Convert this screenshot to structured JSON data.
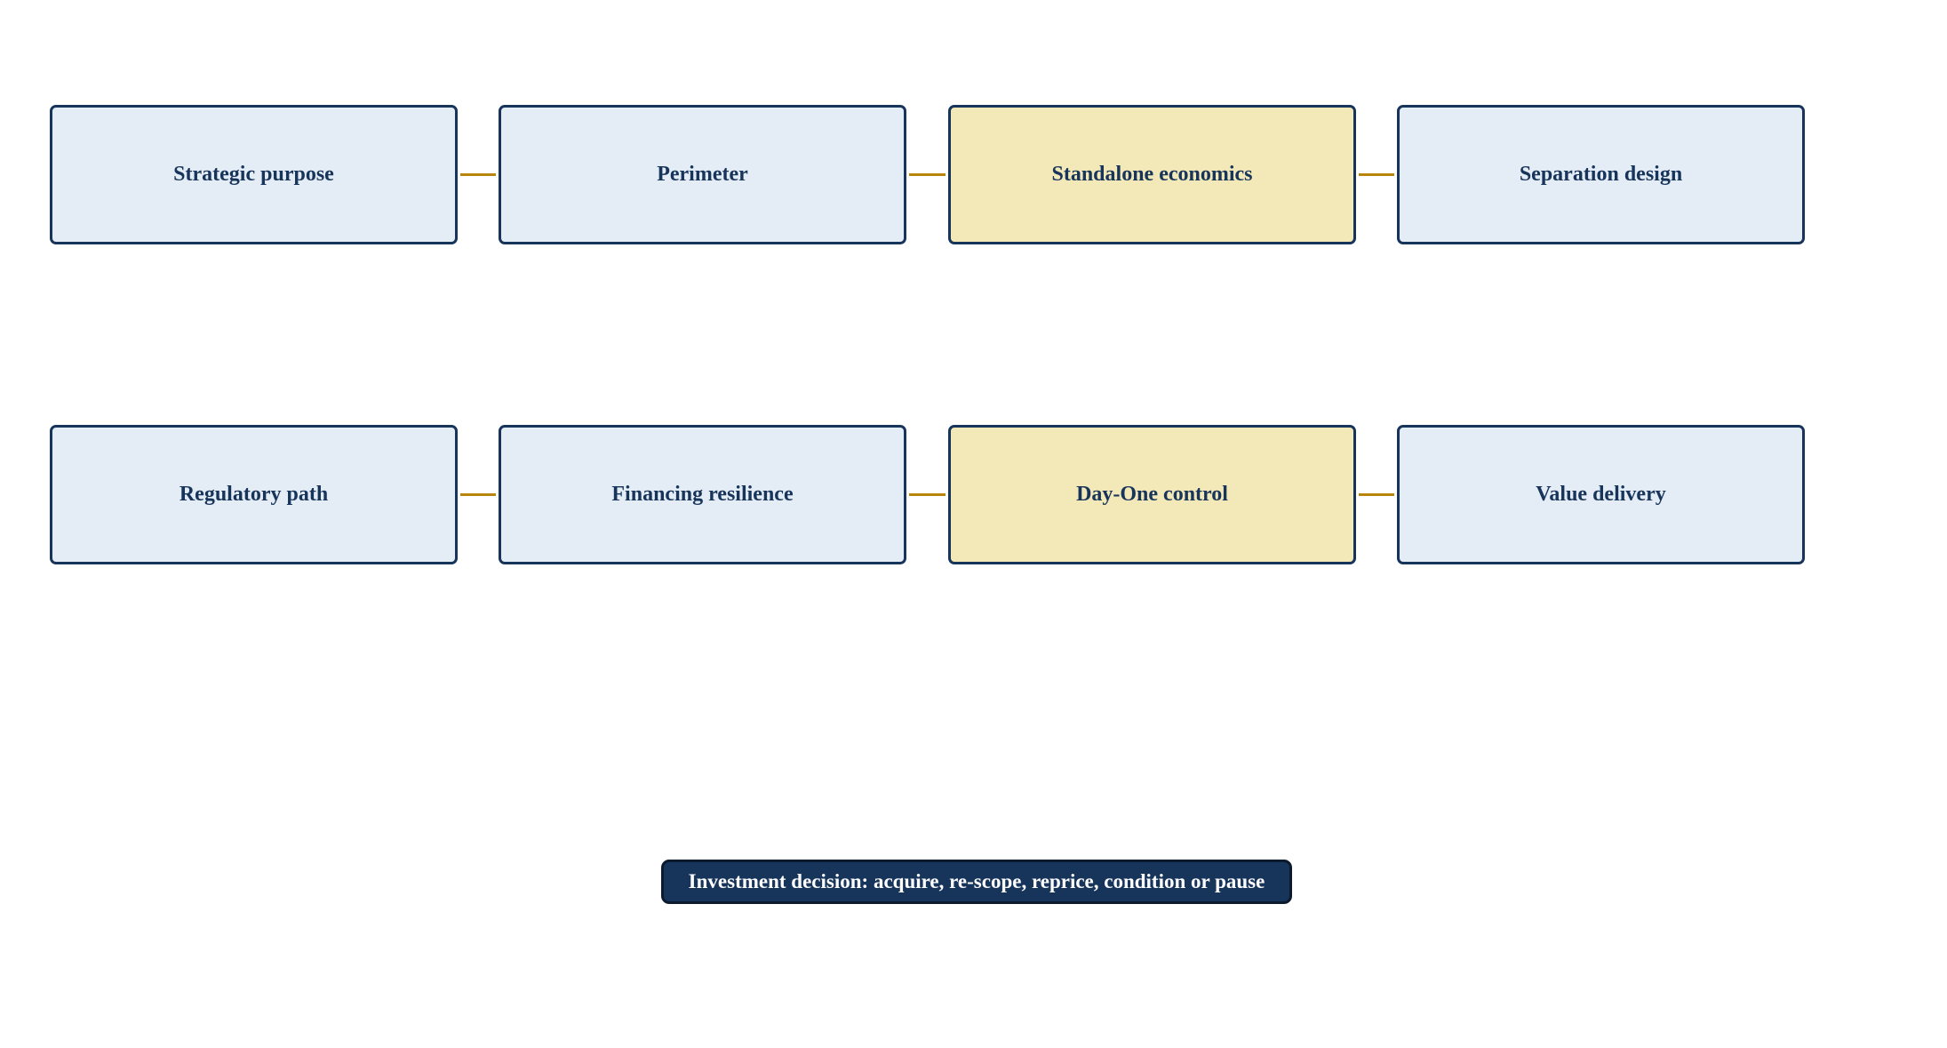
{
  "colors": {
    "node_default": "#e4ecf5",
    "node_highlight": "#f3e8b8",
    "node_border": "#17345a",
    "node_text": "#17345a",
    "connector": "#b8860b",
    "decision_fill": "#17345a",
    "decision_text": "#ffffff"
  },
  "rows": [
    {
      "nodes": [
        {
          "label": "Strategic purpose",
          "highlight": false
        },
        {
          "label": "Perimeter",
          "highlight": false
        },
        {
          "label": "Standalone economics",
          "highlight": true
        },
        {
          "label": "Separation design",
          "highlight": false
        }
      ]
    },
    {
      "nodes": [
        {
          "label": "Regulatory path",
          "highlight": false
        },
        {
          "label": "Financing resilience",
          "highlight": false
        },
        {
          "label": "Day-One control",
          "highlight": true
        },
        {
          "label": "Value delivery",
          "highlight": false
        }
      ]
    }
  ],
  "decision": {
    "label": "Investment decision: acquire, re-scope, reprice, condition or pause"
  }
}
